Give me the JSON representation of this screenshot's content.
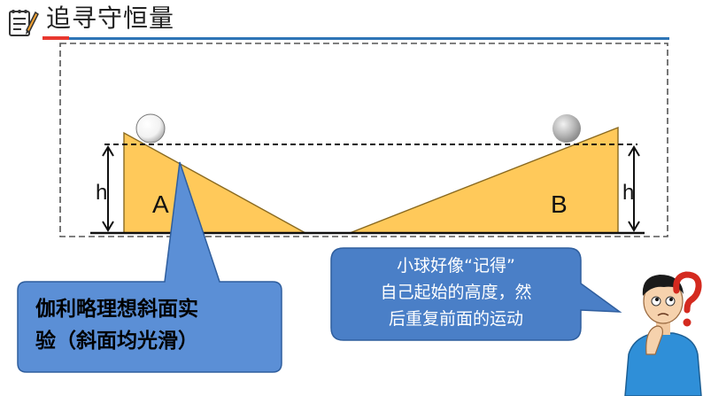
{
  "page": {
    "title": "追寻守恒量"
  },
  "diagram": {
    "ramp_a_label": "A",
    "ramp_b_label": "B",
    "height_label_left": "h",
    "height_label_right": "h"
  },
  "callout_galileo": {
    "line1": "伽利略理想斜面实",
    "line2": "验（斜面均光滑）"
  },
  "speech_bubble": {
    "line1": "小球好像“记得”",
    "line2": "自己起始的高度，然",
    "line3": "后重复前面的运动"
  },
  "colors": {
    "ramp_fill": "#ffc95a",
    "ramp_stroke": "#8a6a20",
    "callout_fill": "#5b8fd6",
    "speech_fill": "#4a7fc7",
    "title_rule": "#2e75b6",
    "title_accent": "#e8382f",
    "question_mark": "#d42a1f"
  },
  "icons": {
    "header": "notepad-pencil-icon",
    "thinker": "thinking-person-icon",
    "question": "question-mark-icon"
  }
}
